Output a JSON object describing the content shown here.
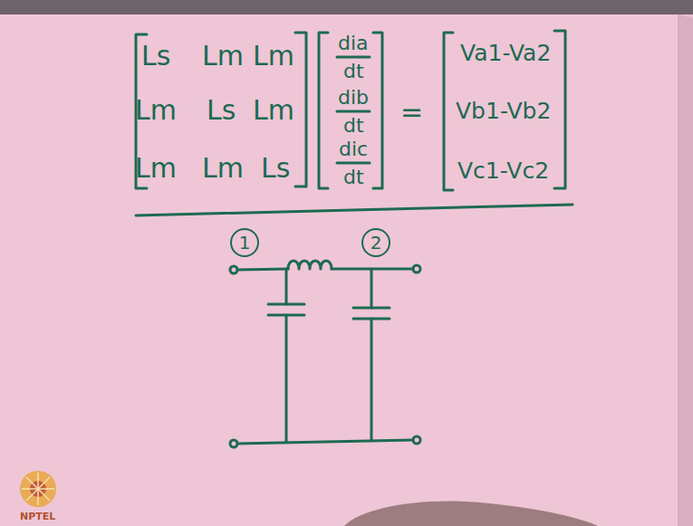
{
  "diagram": {
    "nodes": [
      {
        "text": [
          "1"
        ]
      },
      {
        "text": [
          "2"
        ]
      }
    ],
    "labels": [
      "Ls",
      "Lm",
      "Lm",
      "Lm",
      "Ls",
      "Lm",
      "Lm",
      "Lm",
      "Ls",
      "dia",
      "dt",
      "dib",
      "dt",
      "dic",
      "dt",
      "=",
      "Va1-Va2",
      "Vb1-Vb2",
      "Vc1-Vc2",
      "NPTEL"
    ]
  }
}
